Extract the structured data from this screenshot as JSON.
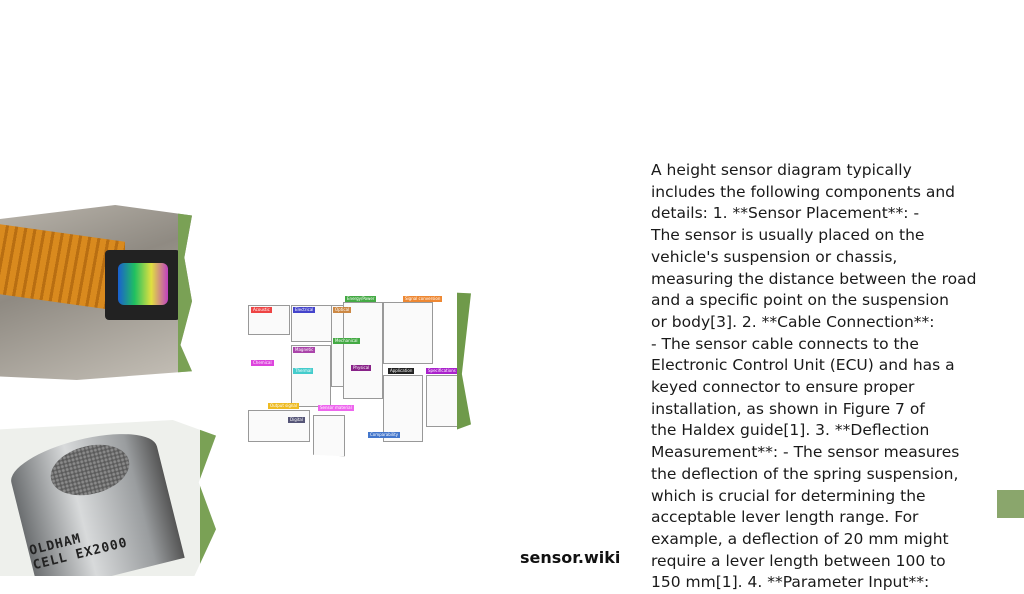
{
  "body_lines": [
    "A height sensor diagram typically",
    "includes the following components and",
    "details:  1. **Sensor Placement**:    -",
    "The sensor is usually placed on the",
    "vehicle's suspension or chassis,",
    "measuring the distance between the road",
    "and a specific point on the suspension",
    "or body[3].  2. **Cable Connection**:",
    "- The sensor cable connects to the",
    "Electronic Control Unit (ECU) and has a",
    "keyed connector to ensure proper",
    "installation, as shown in Figure 7 of",
    "the Haldex guide[1].  3. **Deflection",
    "Measurement**:    - The sensor measures",
    "the deflection of the spring suspension,",
    "which is crucial for determining the",
    "acceptable lever length range. For",
    "example, a deflection of 20 mm might",
    "require a lever length between 100 to",
    "150 mm[1].  4. **Parameter Input**:"
  ],
  "watermark": "sensor.wiki",
  "images": {
    "sensor_can_label": "OLDHAM CELL EX2000",
    "diagram_tags": [
      "Acoustic",
      "Electrical",
      "Optical",
      "Energy/Power",
      "Signal conversion",
      "Mechanical",
      "Magnetic",
      "Thermal",
      "Chemical",
      "Physical",
      "Application",
      "Specifications",
      "Output signal",
      "Sensor material",
      "Digital",
      "Comparability"
    ]
  },
  "colors": {
    "accent": "#8aa66c",
    "text": "#1a1a1a"
  }
}
